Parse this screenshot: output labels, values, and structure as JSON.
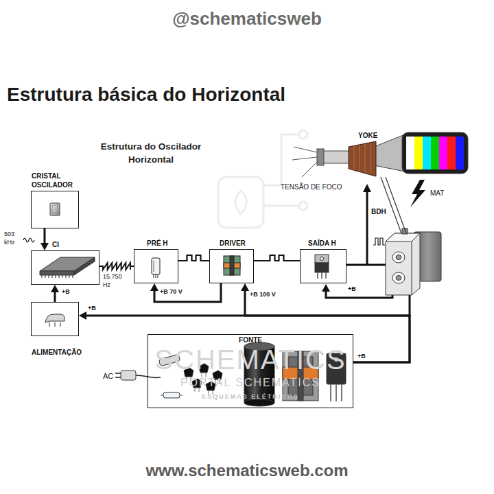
{
  "diagram": {
    "title": "Estrutura básica do Horizontal",
    "nodes": [
      {
        "text": [
          "CRISTAL OSCILADOR"
        ]
      },
      {
        "text": [
          "CI"
        ]
      },
      {
        "text": [
          "ALIMENTAÇÃO"
        ]
      },
      {
        "text": [
          "PRÉ H"
        ]
      },
      {
        "text": [
          "DRIVER"
        ]
      },
      {
        "text": [
          "SAÍDA H"
        ]
      },
      {
        "text": [
          "FONTE"
        ]
      }
    ],
    "edges": [
      {
        "from": 0,
        "to": 1,
        "arrow": "to"
      },
      {
        "from": 1,
        "to": 3,
        "arrow": "none"
      },
      {
        "from": 3,
        "to": 4,
        "arrow": "none"
      },
      {
        "from": 4,
        "to": 5,
        "arrow": "none"
      },
      {
        "from": 2,
        "to": 1,
        "label": "+B",
        "arrow": "to"
      },
      {
        "from": 4,
        "to": 3,
        "label": "+B 70 V",
        "arrow": "to"
      },
      {
        "from": 6,
        "to": 4,
        "label": "+B 100 V",
        "arrow": "to"
      },
      {
        "from": 6,
        "to": 2,
        "label": "+B",
        "arrow": "to"
      }
    ],
    "labels": [
      "@schematicsweb",
      "Estrutura do Oscilador Horizontal",
      "503 kHz",
      "15.750 Hz",
      "+B",
      "+B",
      "AC",
      "TENSÃO DE FOCO",
      "YOKE",
      "BDH",
      "MAT",
      "SCHEMATICS",
      "PORTAL SCHEMATICS",
      "ESQUEMAS ELÉTRICOS",
      "www.schematicsweb.com"
    ]
  }
}
